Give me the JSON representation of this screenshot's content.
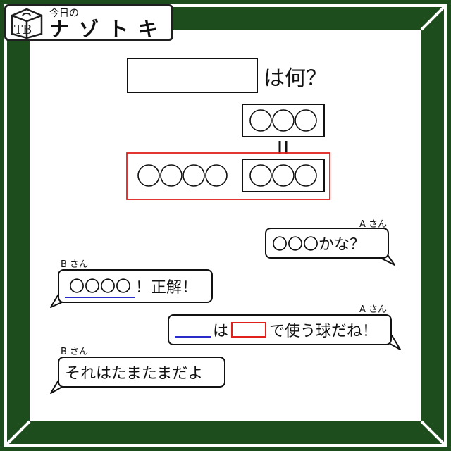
{
  "logo": {
    "icon_letters": "TB",
    "small_text": "今日の",
    "big_text": "ナゾトキ"
  },
  "question": {
    "suffix": "は何？"
  },
  "puzzle": {
    "top_box_circles": 3,
    "equals_symbol": "=",
    "left_circles": 4,
    "right_box_circles": 3
  },
  "dialog": [
    {
      "speaker": "A さん",
      "text": "〇〇〇かな？"
    },
    {
      "speaker": "B さん",
      "underlined": "〇〇〇〇",
      "text": "！正解！"
    },
    {
      "speaker": "A さん",
      "part1": "は",
      "part2": "で使う球だね！"
    },
    {
      "speaker": "B さん",
      "text": "それはたまたまだよ"
    }
  ],
  "colors": {
    "frame_dark": "#1d4d1d",
    "frame_light": "#ffffff",
    "accent_red": "#e0201a",
    "accent_blue": "#2a2ac8"
  }
}
